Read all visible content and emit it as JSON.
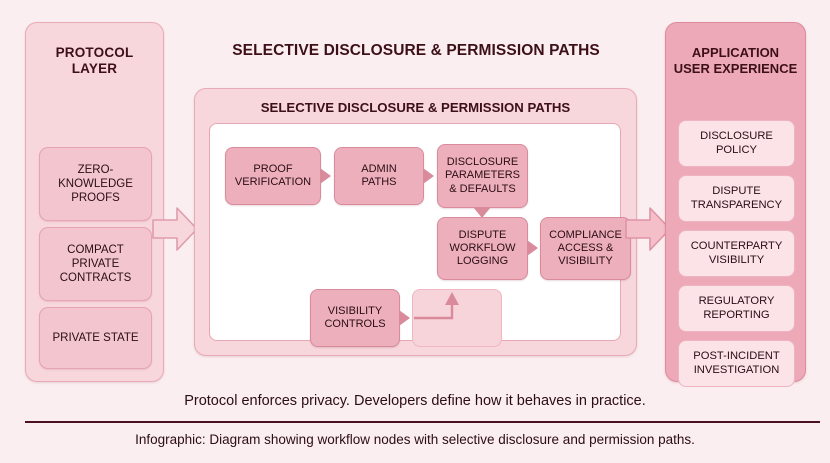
{
  "background_color": "#fbeef0",
  "accent_color": "#edafbc",
  "panel_color": "#f7d6dc",
  "app_panel_color": "#eda9b8",
  "text_color": "#2b0d14",
  "protocol": {
    "title": "PROTOCOL\nLAYER",
    "title_line1": "PROTOCOL",
    "title_line2": "LAYER",
    "items": [
      {
        "label": "ZERO-\nKNOWLEDGE\nPROOFS"
      },
      {
        "label": "COMPACT\nPRIVATE\nCONTRACTS"
      },
      {
        "label": "PRIVATE STATE"
      }
    ]
  },
  "center": {
    "heading": "SELECTIVE DISCLOSURE & PERMISSION PATHS",
    "panel_title": "SELECTIVE DISCLOSURE & PERMISSION PATHS",
    "nodes": [
      {
        "id": "proof-verification",
        "label": "PROOF\nVERIFICATION"
      },
      {
        "id": "admin-paths",
        "label": "ADMIN\nPATHS"
      },
      {
        "id": "disclosure-parameters-defaults",
        "label": "DISCLOSURE\nPARAMETERS\n& DEFAULTS"
      },
      {
        "id": "dispute-workflow-logging",
        "label": "DISPUTE\nWORKFLOW\nLOGGING"
      },
      {
        "id": "compliance-access-visibility",
        "label": "COMPLIANCE\nACCESS &\nVISIBILITY"
      },
      {
        "id": "visibility-controls",
        "label": "VISIBILITY\nCONTROLS"
      },
      {
        "id": "placeholder-node",
        "label": ""
      }
    ],
    "connections": [
      {
        "from": "proof-verification",
        "to": "admin-paths",
        "direction": "right"
      },
      {
        "from": "admin-paths",
        "to": "disclosure-parameters-defaults",
        "direction": "right"
      },
      {
        "from": "disclosure-parameters-defaults",
        "to": "dispute-workflow-logging",
        "direction": "down"
      },
      {
        "from": "dispute-workflow-logging",
        "to": "compliance-access-visibility",
        "direction": "right"
      },
      {
        "from": "visibility-controls",
        "to": "placeholder-node",
        "direction": "right"
      },
      {
        "from": "placeholder-node",
        "to": "dispute-workflow-logging",
        "direction": "elbow-up"
      }
    ]
  },
  "application": {
    "title_line1": "APPLICATION",
    "title_line2": "USER EXPERIENCE",
    "items": [
      {
        "label": "DISCLOSURE\nPOLICY"
      },
      {
        "label": "DISPUTE\nTRANSPARENCY"
      },
      {
        "label": "COUNTERPARTY\nVISIBILITY"
      },
      {
        "label": "REGULATORY\nREPORTING"
      },
      {
        "label": "POST-INCIDENT\nINVESTIGATION"
      }
    ]
  },
  "flow_arrows": [
    {
      "name": "protocol-to-center",
      "direction": "right"
    },
    {
      "name": "center-to-application",
      "direction": "right"
    }
  ],
  "footer": {
    "tagline": "Protocol enforces privacy. Developers define how it behaves in practice.",
    "caption": "Infographic: Diagram showing workflow nodes with selective disclosure and permission paths."
  }
}
